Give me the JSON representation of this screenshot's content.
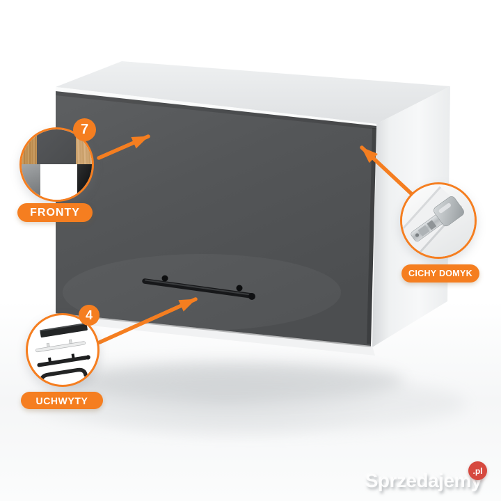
{
  "colors": {
    "accent_orange": "#F57E20",
    "watermark_red": "#D6493F",
    "door_gray": "#535558",
    "carcass_white": "#F4F5F6",
    "handle_black": "#17181A"
  },
  "callouts": {
    "fronts": {
      "badge_count": "7",
      "label": "FRONTY"
    },
    "handles": {
      "badge_count": "4",
      "label": "UCHWYTY"
    },
    "soft_close": {
      "label": "CICHY DOMYK"
    }
  },
  "watermark": {
    "name": "Sprzedajemy",
    "tld": ".pl"
  }
}
